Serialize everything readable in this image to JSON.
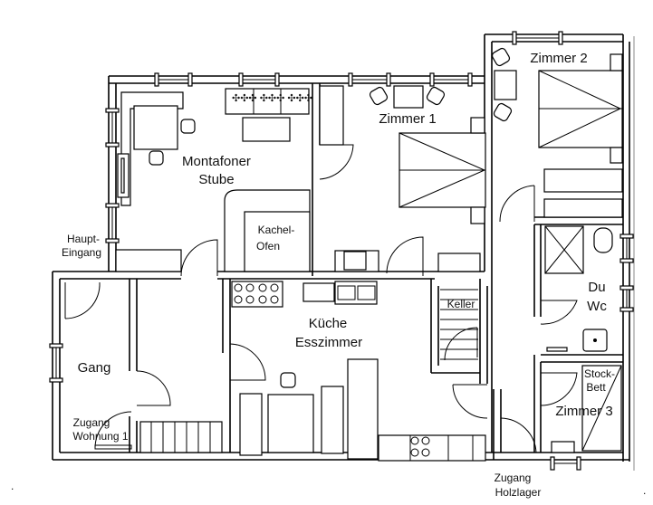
{
  "plan": {
    "rooms": {
      "montafoner_stube": {
        "line1": "Montafoner",
        "line2": "Stube"
      },
      "kachelofen": {
        "line1": "Kachel-",
        "line2": "Ofen"
      },
      "zimmer1": {
        "label": "Zimmer 1"
      },
      "zimmer2": {
        "label": "Zimmer 2"
      },
      "zimmer3": {
        "label": "Zimmer 3"
      },
      "stockbett": {
        "line1": "Stock-",
        "line2": "Bett"
      },
      "du_wc": {
        "line1": "Du",
        "line2": "Wc"
      },
      "kueche": {
        "line1": "Küche",
        "line2": "Esszimmer"
      },
      "keller": {
        "label": "Keller"
      },
      "gang": {
        "label": "Gang"
      }
    },
    "entrances": {
      "haupteingang": {
        "line1": "Haupt-",
        "line2": "Eingang"
      },
      "zugang_wohnung1": {
        "line1": "Zugang",
        "line2": "Wohnung 1"
      },
      "zugang_holzlager": {
        "line1": "Zugang",
        "line2": "Holzlager"
      }
    },
    "marks": {
      "left": ".",
      "right": "."
    }
  }
}
